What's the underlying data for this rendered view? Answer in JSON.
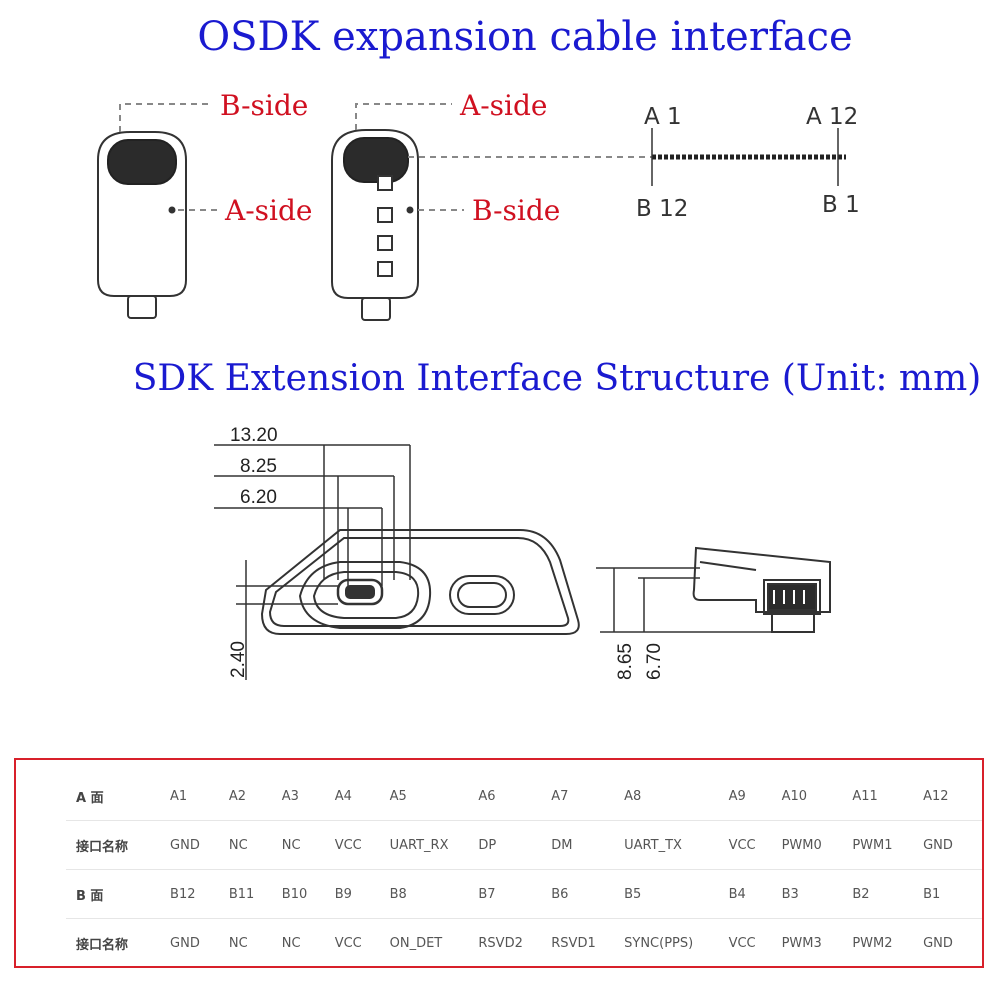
{
  "titles": {
    "top": "OSDK expansion cable interface",
    "middle": "SDK Extension Interface Structure (Unit: mm)"
  },
  "connector_labels": {
    "left_top": "B-side",
    "left_side": "A-side",
    "right_top": "A-side",
    "right_side": "B-side"
  },
  "pin_strip": {
    "top_left": "A 1",
    "top_right": "A 12",
    "bottom_left": "B 12",
    "bottom_right": "B 1"
  },
  "dimensions": {
    "d1": "13.20",
    "d2": "8.25",
    "d3": "6.20",
    "d4": "2.40",
    "d5": "8.65",
    "d6": "6.70"
  },
  "pin_table": {
    "rows": [
      {
        "head": "A 面",
        "cells": [
          "A1",
          "A2",
          "A3",
          "A4",
          "A5",
          "A6",
          "A7",
          "A8",
          "A9",
          "A10",
          "A11",
          "A12"
        ]
      },
      {
        "head": "接口名称",
        "cells": [
          "GND",
          "NC",
          "NC",
          "VCC",
          "UART_RX",
          "DP",
          "DM",
          "UART_TX",
          "VCC",
          "PWM0",
          "PWM1",
          "GND"
        ]
      },
      {
        "head": "B 面",
        "cells": [
          "B12",
          "B11",
          "B10",
          "B9",
          "B8",
          "B7",
          "B6",
          "B5",
          "B4",
          "B3",
          "B2",
          "B1"
        ]
      },
      {
        "head": "接口名称",
        "cells": [
          "GND",
          "NC",
          "NC",
          "VCC",
          "ON_DET",
          "RSVD2",
          "RSVD1",
          "SYNC(PPS)",
          "VCC",
          "PWM3",
          "PWM2",
          "GND"
        ]
      }
    ]
  }
}
